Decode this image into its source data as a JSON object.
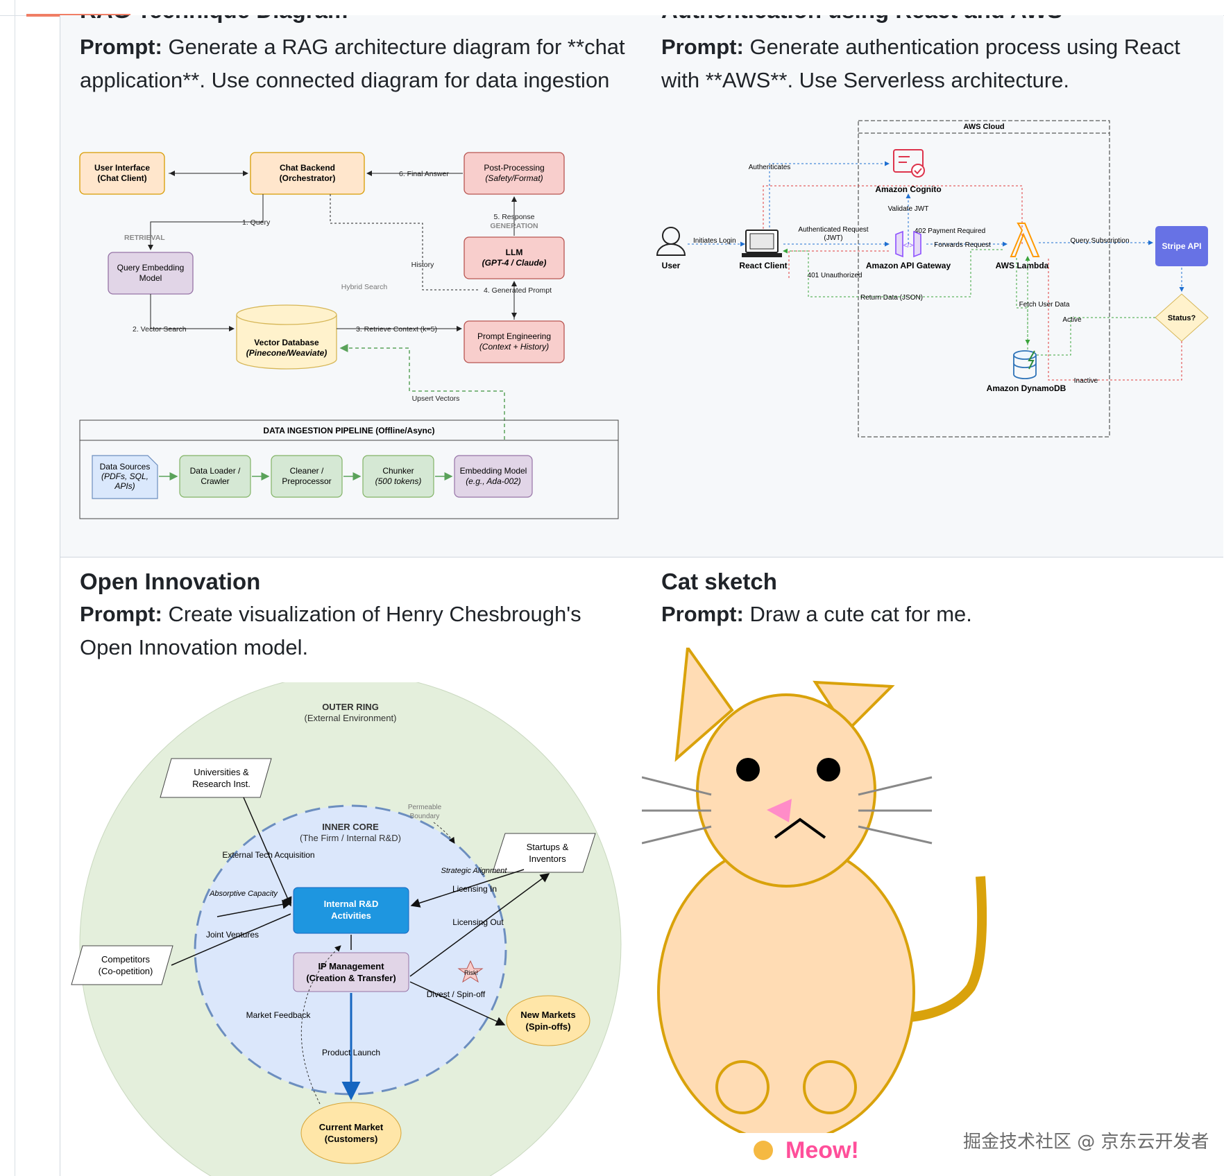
{
  "gallery": {
    "rag": {
      "title": "RAG Technique Diagram",
      "prompt_label": "Prompt:",
      "prompt_text": "Generate a RAG architecture diagram for **chat application**. Use connected diagram for data ingestion",
      "nodes": {
        "ui": [
          "User Interface",
          "(Chat Client)"
        ],
        "backend": [
          "Chat Backend",
          "(Orchestrator)"
        ],
        "post": [
          "Post-Processing",
          "(Safety/Format)"
        ],
        "qembed": [
          "Query Embedding",
          "Model"
        ],
        "llm": [
          "LLM",
          "(GPT-4 / Claude)"
        ],
        "vdb": [
          "Vector Database",
          "(Pinecone/Weaviate)"
        ],
        "prompt_eng": [
          "Prompt Engineering",
          "(Context + History)"
        ],
        "sources": [
          "Data Sources",
          "(PDFs, SQL,",
          "APIs)"
        ],
        "loader": [
          "Data Loader /",
          "Crawler"
        ],
        "cleaner": [
          "Cleaner /",
          "Preprocessor"
        ],
        "chunker": [
          "Chunker",
          "(500 tokens)"
        ],
        "embed_model": [
          "Embedding Model",
          "(e.g., Ada-002)"
        ]
      },
      "labels": {
        "final_answer": "6. Final Answer",
        "query": "1. Query",
        "retrieval": "RETRIEVAL",
        "response": "5. Response",
        "generation": "GENERATION",
        "history": "History",
        "hybrid": "Hybrid Search",
        "generated_prompt": "4. Generated Prompt",
        "vector_search": "2. Vector Search",
        "retrieve_context": "3. Retrieve Context (k=5)",
        "upsert": "Upsert Vectors",
        "pipeline": "DATA INGESTION PIPELINE (Offline/Async)"
      }
    },
    "aws": {
      "title": "Authentication using React and AWS",
      "prompt_label": "Prompt:",
      "prompt_text": "Generate authentication process using React with **AWS**. Use Serverless architecture.",
      "labels": {
        "cloud": "AWS Cloud",
        "authenticates": "Authenticates",
        "cognito": "Amazon Cognito",
        "validate": "Validate JWT",
        "payment": "402 Payment Required",
        "auth_req": "Authenticated Request",
        "jwt": "(JWT)",
        "initiates": "Initiates Login",
        "forwards": "Forwards Request",
        "query_sub": "Query Subscription",
        "stripe": "Stripe API",
        "user": "User",
        "react": "React Client",
        "gateway": "Amazon API Gateway",
        "lambda": "AWS Lambda",
        "unauthorized": "401 Unauthorized",
        "return_data": "Return Data (JSON)",
        "fetch": "Fetch User Data",
        "status": "Status?",
        "active": "Active",
        "inactive": "Inactive",
        "dynamo": "Amazon DynamoDB"
      }
    },
    "open": {
      "title": "Open Innovation",
      "prompt_label": "Prompt:",
      "prompt_text": "Create visualization of Henry Chesbrough's Open Innovation model.",
      "labels": {
        "outer": "OUTER RING",
        "outer_sub": "(External Environment)",
        "universities": [
          "Universities &",
          "Research Inst."
        ],
        "permeable": [
          "Permeable",
          "Boundary"
        ],
        "inner": "INNER CORE",
        "inner_sub": "(The Firm / Internal R&D)",
        "external_tech": "External Tech Acquisition",
        "startups": [
          "Startups &",
          "Inventors"
        ],
        "strategic": "Strategic Alignment",
        "absorptive": "Absorptive Capacity",
        "rd": [
          "Internal R&D",
          "Activities"
        ],
        "licensing_in": "Licensing In",
        "licensing_out": "Licensing Out",
        "joint": "Joint Ventures",
        "competitors": [
          "Competitors",
          "(Co-opetition)"
        ],
        "ip": [
          "IP Management",
          "(Creation & Transfer)"
        ],
        "risk": "Risk!",
        "divest": "Divest / Spin-off",
        "new_markets": [
          "New Markets",
          "(Spin-offs)"
        ],
        "market_feedback": "Market Feedback",
        "product_launch": "Product Launch",
        "current": [
          "Current Market",
          "(Customers)"
        ]
      }
    },
    "cat": {
      "title": "Cat sketch",
      "prompt_label": "Prompt:",
      "prompt_text": "Draw a cute cat for me.",
      "meow": "Meow!"
    }
  },
  "watermark": "掘金技术社区 @ 京东云开发者"
}
